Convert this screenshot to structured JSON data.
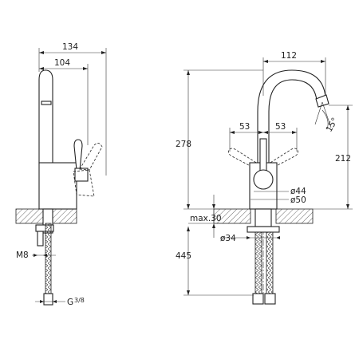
{
  "dimensions": {
    "side_total_width": "134",
    "side_body_width": "104",
    "side_thread": "M8",
    "side_connection": "G",
    "side_connection_fraction": "3/8",
    "front_spout_reach": "112",
    "front_height": "278",
    "front_lever_left": "53",
    "front_lever_right": "53",
    "front_angle": "15°",
    "front_spout_height": "212",
    "front_dia_inner": "ø44",
    "front_dia_outer": "ø50",
    "front_max_thickness": "max.30",
    "front_hole_dia": "ø34",
    "front_hose_length": "445"
  }
}
